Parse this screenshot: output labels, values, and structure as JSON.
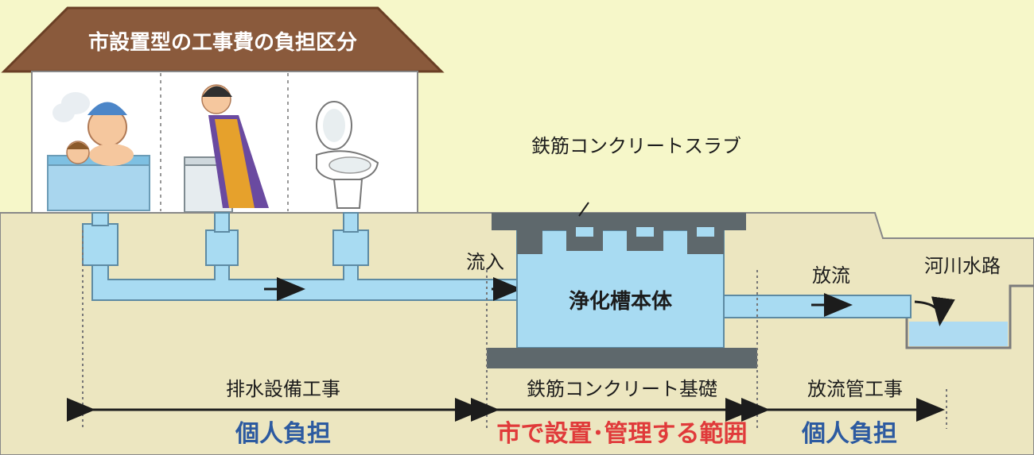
{
  "title": "市設置型の工事費の負担区分",
  "labels": {
    "slab": "鉄筋コンクリートスラブ",
    "inflow": "流入",
    "tank": "浄化槽本体",
    "discharge": "放流",
    "river": "河川水路",
    "drain_work": "排水設備工事",
    "foundation": "鉄筋コンクリート基礎",
    "discharge_pipe_work": "放流管工事",
    "personal_1": "個人負担",
    "city": "市で設置･管理する範囲",
    "personal_2": "個人負担"
  },
  "colors": {
    "background": "#f6f7c9",
    "roof": "#8a5a3c",
    "ground": "#ece6c0",
    "water": "#a8dbf2",
    "concrete": "#5e686c",
    "personal_text": "#2c5aa0",
    "city_text": "#e03a3a"
  },
  "icons": [
    "bathtub-icon",
    "washing-machine-icon",
    "toilet-icon"
  ]
}
